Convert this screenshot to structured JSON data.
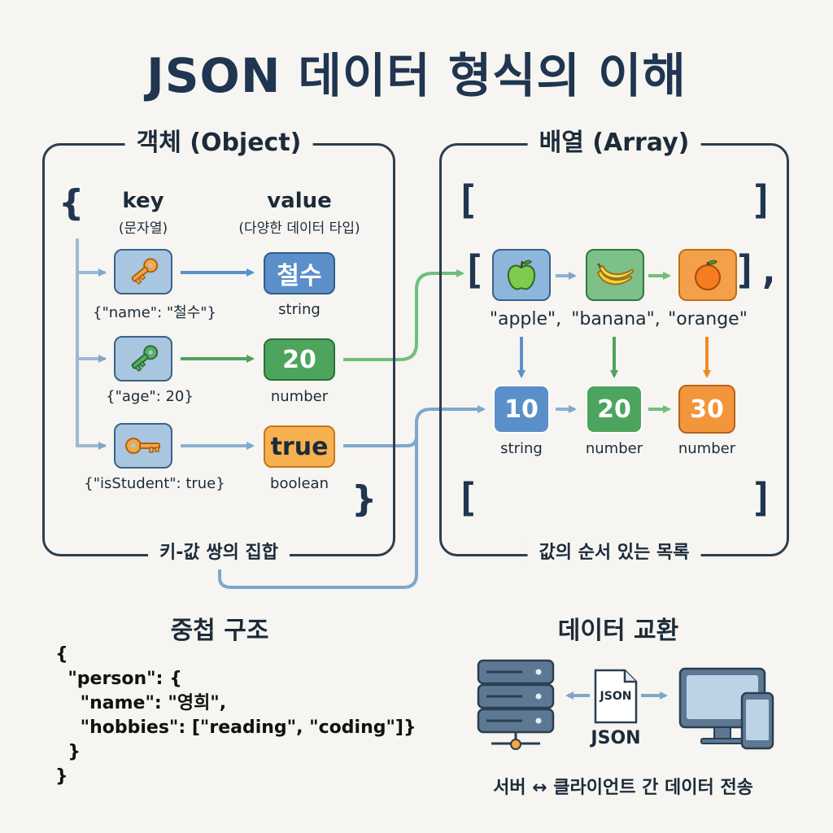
{
  "title": "JSON 데이터 형식의 이해",
  "object_panel": {
    "title": "객체 (Object)",
    "open_brace": "{",
    "close_brace": "}",
    "key_header": "key",
    "key_sub": "(문자열)",
    "value_header": "value",
    "value_sub": "(다양한 데이터 타입)",
    "rows": [
      {
        "pair": "{\"name\": \"철수\"}",
        "value": "철수",
        "type": "string"
      },
      {
        "pair": "{\"age\": 20}",
        "value": "20",
        "type": "number"
      },
      {
        "pair": "{\"isStudent\": true}",
        "value": "true",
        "type": "boolean"
      }
    ],
    "caption": "키-값 쌍의 집합"
  },
  "array_panel": {
    "title": "배열 (Array)",
    "open_bracket": "[",
    "close_bracket": "]",
    "inner_close": "],",
    "fruit_labels": [
      "\"apple\",",
      "\"banana\",",
      "\"orange\""
    ],
    "numbers": [
      "10",
      "20",
      "30"
    ],
    "number_types": [
      "string",
      "number",
      "number"
    ],
    "caption": "값의 순서 있는 목록"
  },
  "nested": {
    "title": "중첩 구조",
    "code": "{\n  \"person\": {\n    \"name\": \"영희\",\n    \"hobbies\": [\"reading\", \"coding\"]}\n  }\n}"
  },
  "exchange": {
    "title": "데이터 교환",
    "file_label": "JSON",
    "json_label": "JSON",
    "caption": "서버 ↔ 클라이언트 간 데이터 전송"
  },
  "colors": {
    "navy": "#1f3550",
    "blue": "#5b8fc9",
    "green": "#4da45c",
    "orange": "#f6b04e",
    "connector_blue": "#7fa7cb",
    "connector_green": "#6fbf7c"
  }
}
